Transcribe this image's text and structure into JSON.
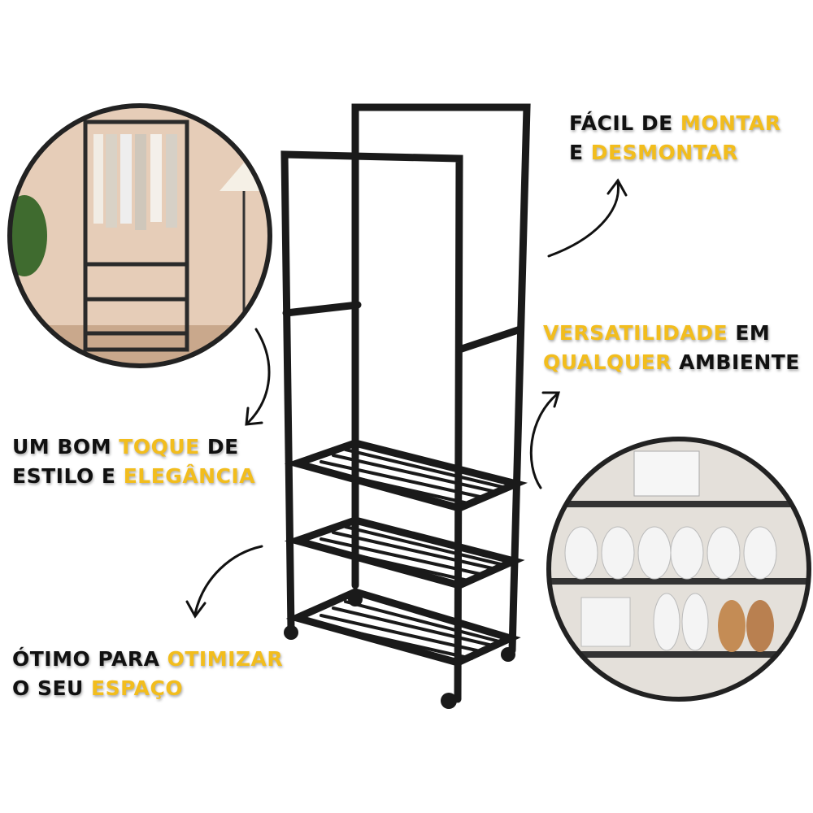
{
  "colors": {
    "highlight": "#f2bd1d",
    "text": "#111111",
    "frame": "#1a1a1a"
  },
  "captions": {
    "assembly": {
      "line1_a": "FÁCIL DE ",
      "line1_b": "MONTAR",
      "line2_a": "E ",
      "line2_b": "DESMONTAR"
    },
    "versatility": {
      "line1_a": "VERSATILIDADE",
      "line1_b": " EM",
      "line2_a": "QUALQUER",
      "line2_b": " AMBIENTE"
    },
    "style": {
      "line1_a": "UM BOM ",
      "line1_b": "TOQUE",
      "line1_c": " DE",
      "line2_a": "ESTILO E ",
      "line2_b": "ELEGÂNCIA"
    },
    "space": {
      "line1_a": "ÓTIMO PARA ",
      "line1_b": "OTIMIZAR",
      "line2_a": "O SEU ",
      "line2_b": "ESPAÇO"
    }
  },
  "icons": [
    "curved-arrow-icon",
    "curved-arrow-icon",
    "curved-arrow-icon",
    "curved-arrow-icon"
  ]
}
